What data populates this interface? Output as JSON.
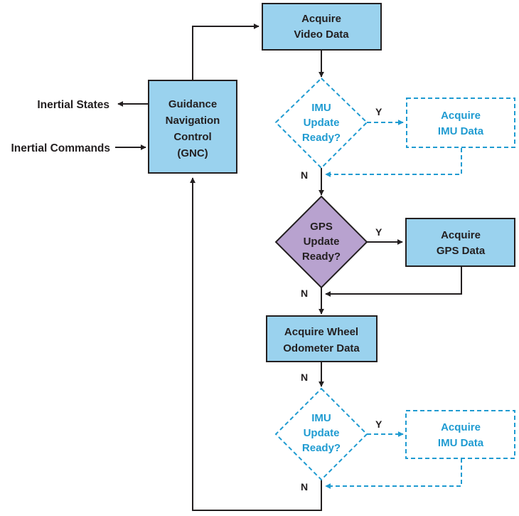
{
  "gnc": {
    "line1": "Guidance",
    "line2": "Navigation",
    "line3": "Control",
    "line4": "(GNC)"
  },
  "outputs": {
    "inertial_states": "Inertial States",
    "inertial_commands": "Inertial Commands"
  },
  "video": {
    "line1": "Acquire",
    "line2": "Video Data"
  },
  "imu_decision_1": {
    "line1": "IMU",
    "line2": "Update",
    "line3": "Ready?",
    "yes": "Y",
    "no": "N"
  },
  "imu_box_1": {
    "line1": "Acquire",
    "line2": "IMU Data"
  },
  "gps_decision": {
    "line1": "GPS",
    "line2": "Update",
    "line3": "Ready?",
    "yes": "Y",
    "no": "N"
  },
  "gps_box": {
    "line1": "Acquire",
    "line2": "GPS Data"
  },
  "wheel_box": {
    "line1": "Acquire Wheel",
    "line2": "Odometer Data",
    "no": "N"
  },
  "imu_decision_2": {
    "line1": "IMU",
    "line2": "Update",
    "line3": "Ready?",
    "yes": "Y",
    "no": "N"
  },
  "imu_box_2": {
    "line1": "Acquire",
    "line2": "IMU Data"
  },
  "colors": {
    "box_fill": "#9ad2ee",
    "gps_diamond_fill": "#b8a2cf",
    "dashed_accent": "#1f9bd1",
    "line": "#231f20"
  }
}
